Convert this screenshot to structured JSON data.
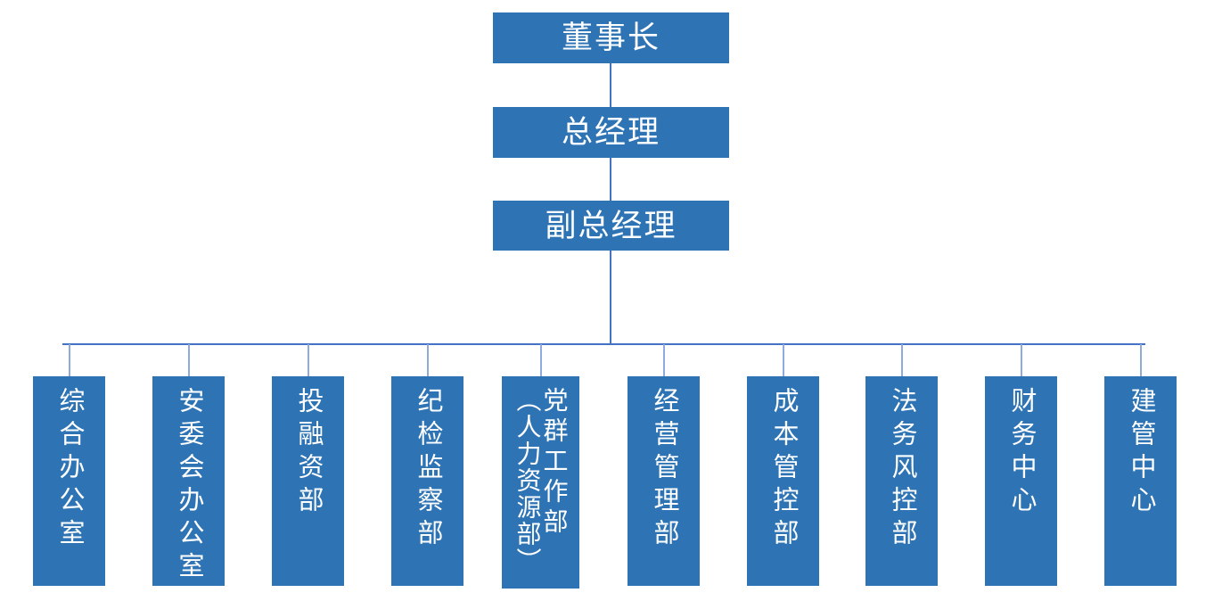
{
  "chart_data": {
    "type": "diagram",
    "diagram_kind": "organizational-chart",
    "orientation": "top-down",
    "levels": 4,
    "colors": {
      "box_fill": "#2E74B5",
      "box_text": "#FFFFFF",
      "connector": "#4472C4",
      "connector_light": "#8FAADC",
      "background": "#FFFFFF"
    },
    "nodes": [
      {
        "id": "chairman",
        "label": "董事长",
        "level": 1,
        "parent": null
      },
      {
        "id": "gm",
        "label": "总经理",
        "level": 2,
        "parent": "chairman"
      },
      {
        "id": "dgm",
        "label": "副总经理",
        "level": 3,
        "parent": "gm"
      },
      {
        "id": "dept1",
        "label": "综合办公室",
        "level": 4,
        "parent": "dgm"
      },
      {
        "id": "dept2",
        "label": "安委会办公室",
        "level": 4,
        "parent": "dgm"
      },
      {
        "id": "dept3",
        "label": "投融资部",
        "level": 4,
        "parent": "dgm"
      },
      {
        "id": "dept4",
        "label": "纪检监察部",
        "level": 4,
        "parent": "dgm"
      },
      {
        "id": "dept5",
        "label": "党群工作部（人力资源部）",
        "level": 4,
        "parent": "dgm"
      },
      {
        "id": "dept6",
        "label": "经营管理部",
        "level": 4,
        "parent": "dgm"
      },
      {
        "id": "dept7",
        "label": "成本管控部",
        "level": 4,
        "parent": "dgm"
      },
      {
        "id": "dept8",
        "label": "法务风控部",
        "level": 4,
        "parent": "dgm"
      },
      {
        "id": "dept9",
        "label": "财务中心",
        "level": 4,
        "parent": "dgm"
      },
      {
        "id": "dept10",
        "label": "建管中心",
        "level": 4,
        "parent": "dgm"
      }
    ],
    "edges": [
      {
        "from": "chairman",
        "to": "gm"
      },
      {
        "from": "gm",
        "to": "dgm"
      },
      {
        "from": "dgm",
        "to": "dept1"
      },
      {
        "from": "dgm",
        "to": "dept2"
      },
      {
        "from": "dgm",
        "to": "dept3"
      },
      {
        "from": "dgm",
        "to": "dept4"
      },
      {
        "from": "dgm",
        "to": "dept5"
      },
      {
        "from": "dgm",
        "to": "dept6"
      },
      {
        "from": "dgm",
        "to": "dept7"
      },
      {
        "from": "dgm",
        "to": "dept8"
      },
      {
        "from": "dgm",
        "to": "dept9"
      },
      {
        "from": "dgm",
        "to": "dept10"
      }
    ]
  },
  "executives": {
    "chairman": "董事长",
    "general_manager": "总经理",
    "deputy_general_manager": "副总经理"
  },
  "departments": [
    {
      "label": "综合办公室"
    },
    {
      "label": "安委会办公室"
    },
    {
      "label": "投融资部"
    },
    {
      "label": "纪检监察部"
    },
    {
      "label": "党群工作部",
      "secondary": "（人力资源部）"
    },
    {
      "label": "经营管理部"
    },
    {
      "label": "成本管控部"
    },
    {
      "label": "法务风控部"
    },
    {
      "label": "财务中心"
    },
    {
      "label": "建管中心"
    }
  ]
}
